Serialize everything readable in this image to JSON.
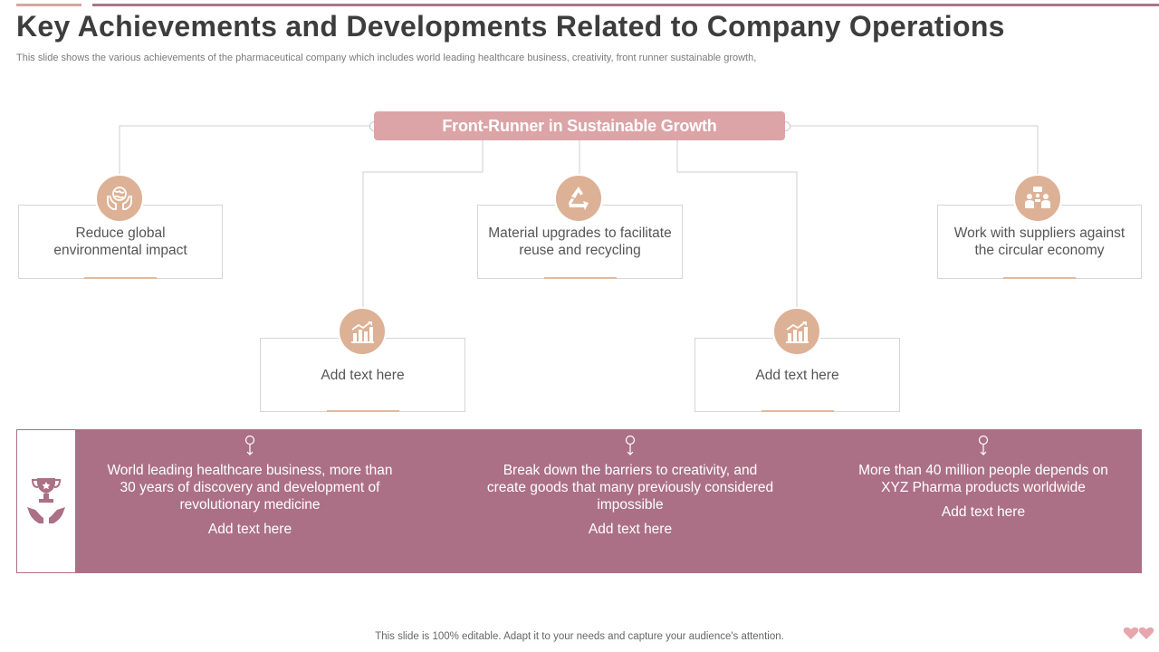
{
  "title": "Key Achievements and Developments Related to Company Operations",
  "subtitle": "This slide shows the various achievements of the pharmaceutical company which includes world leading healthcare business, creativity, front runner sustainable growth,",
  "header": "Front-Runner in Sustainable Growth",
  "boxes": {
    "reduce": "Reduce global environmental impact",
    "material": "Material upgrades to facilitate reuse and recycling",
    "suppliers": "Work with suppliers against the circular economy",
    "add_left": "Add text here",
    "add_right": "Add text here"
  },
  "band": {
    "col1": {
      "text": "World leading healthcare business, more than 30 years of discovery and development of revolutionary  medicine",
      "add": "Add text here"
    },
    "col2": {
      "text": "Break down the barriers to creativity, and create goods that many previously considered impossible",
      "add": "Add text here"
    },
    "col3": {
      "text": "More than 40 million people depends on XYZ Pharma products worldwide",
      "add": "Add text here"
    }
  },
  "footer": "This slide is 100% editable. Adapt it to your needs and capture your audience's attention.",
  "colors": {
    "header_pill": "#dca4a6",
    "icon_circle": "#ddb196",
    "band": "#ab7085",
    "accent_line": "#e2b99c"
  },
  "icons": {
    "reduce": "globe-hands-icon",
    "material": "recycle-icon",
    "suppliers": "people-meeting-icon",
    "add": "bar-chart-icon",
    "band": "trophy-hands-icon"
  }
}
